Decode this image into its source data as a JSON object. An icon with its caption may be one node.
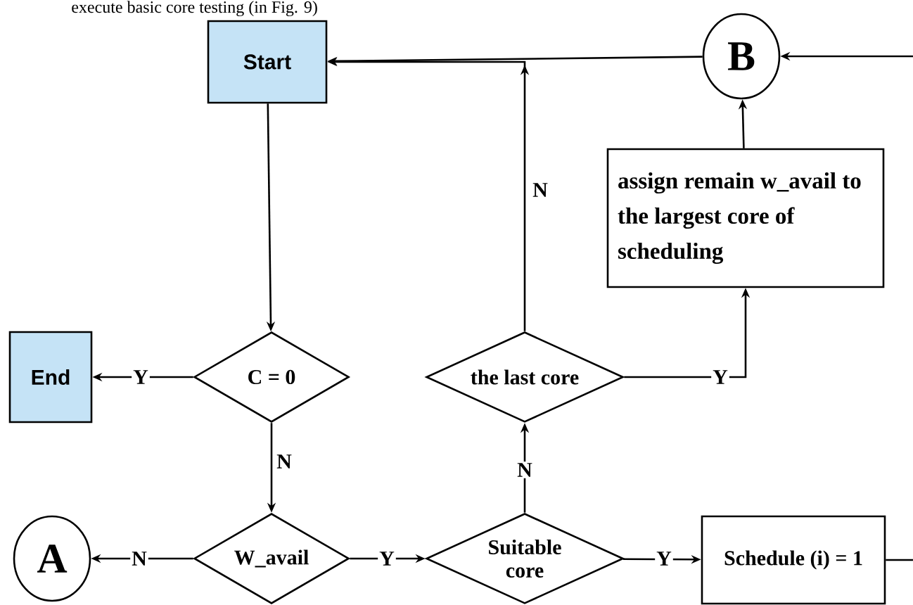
{
  "diagram": {
    "nodes": [
      {
        "text": [
          "Start"
        ]
      },
      {
        "text": [
          "B"
        ]
      },
      {
        "text": [
          "assign remain w_avail to the largest core of scheduling"
        ]
      },
      {
        "text": [
          "End"
        ]
      },
      {
        "text": [
          "C = 0"
        ]
      },
      {
        "text": [
          "the last core"
        ]
      },
      {
        "text": [
          "A"
        ]
      },
      {
        "text": [
          "W_avail"
        ]
      },
      {
        "text": [
          "Suitable core"
        ]
      },
      {
        "text": [
          "Schedule (i) = 1"
        ]
      }
    ],
    "edges": [
      {
        "from": 1,
        "to": 0,
        "arrow": "to"
      },
      {
        "from": null,
        "to": 1,
        "arrow": "to"
      },
      {
        "from": 2,
        "to": 1,
        "arrow": "to"
      },
      {
        "from": 0,
        "to": 4,
        "arrow": "to"
      },
      {
        "from": 4,
        "to": 3,
        "arrow": "to",
        "label": "Y"
      },
      {
        "from": 4,
        "to": 7,
        "arrow": "to",
        "label": "N"
      },
      {
        "from": 7,
        "to": 6,
        "arrow": "to",
        "label": "N"
      },
      {
        "from": 7,
        "to": 8,
        "arrow": "to",
        "label": "Y"
      },
      {
        "from": 8,
        "to": 9,
        "arrow": "to",
        "label": "Y"
      },
      {
        "from": 8,
        "to": 5,
        "arrow": "to",
        "label": "N"
      },
      {
        "from": 5,
        "to": 2,
        "arrow": "to",
        "label": "Y"
      },
      {
        "from": 5,
        "to": 0,
        "arrow": "to",
        "label": "N"
      },
      {
        "from": 9,
        "to": null,
        "arrow": "none"
      }
    ],
    "labels": [
      "execute basic core testing (in Fig. 9)"
    ]
  }
}
